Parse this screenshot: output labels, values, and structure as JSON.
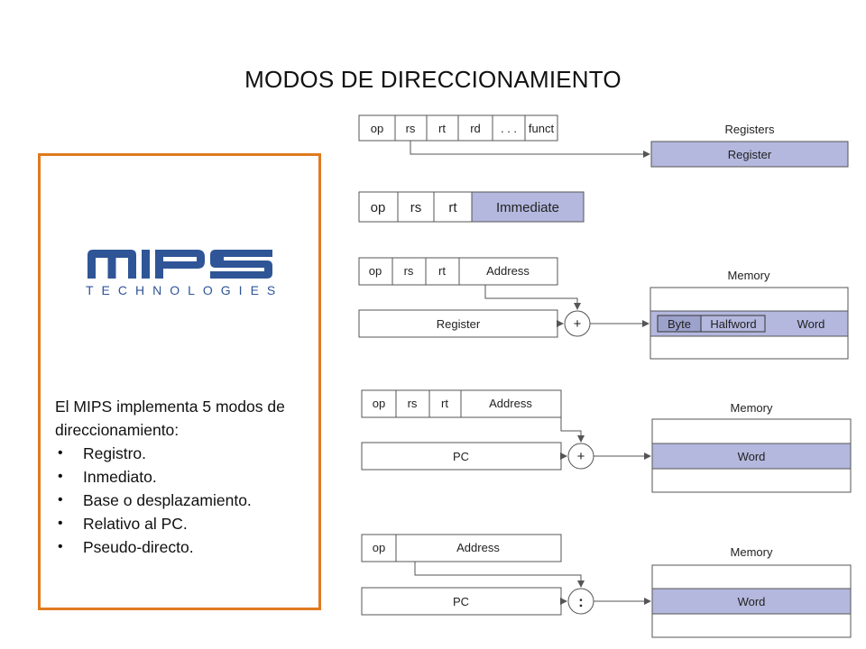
{
  "title": "MODOS DE DIRECCIONAMIENTO",
  "logo": {
    "word": "MIPS",
    "subtitle": "TECHNOLOGIES",
    "color": "#2f5597"
  },
  "description": {
    "intro": "El MIPS implementa 5 modos de direccionamiento:",
    "modes": [
      "Registro.",
      "Inmediato.",
      "Base o desplazamiento.",
      "Relativo al PC.",
      "Pseudo-directo."
    ]
  },
  "colors": {
    "panel_border": "#e07a1f",
    "highlight_fill": "#b4b8de",
    "line": "#555555"
  },
  "diagrams": {
    "register": {
      "fields": [
        "op",
        "rs",
        "rt",
        "rd",
        ". . .",
        "funct"
      ],
      "target_title": "Registers",
      "target_label": "Register"
    },
    "immediate": {
      "fields": [
        "op",
        "rs",
        "rt",
        "Immediate"
      ]
    },
    "base": {
      "fields": [
        "op",
        "rs",
        "rt",
        "Address"
      ],
      "source_label": "Register",
      "operator": "+",
      "target_title": "Memory",
      "target_cells": [
        "Byte",
        "Halfword",
        "Word"
      ]
    },
    "pc_relative": {
      "fields": [
        "op",
        "rs",
        "rt",
        "Address"
      ],
      "source_label": "PC",
      "operator": "+",
      "target_title": "Memory",
      "target_label": "Word"
    },
    "pseudo_direct": {
      "fields": [
        "op",
        "Address"
      ],
      "source_label": "PC",
      "operator": ":",
      "target_title": "Memory",
      "target_label": "Word"
    }
  }
}
